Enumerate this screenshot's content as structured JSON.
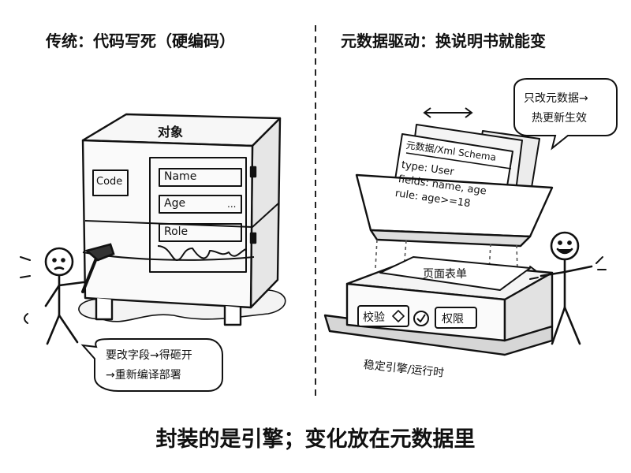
{
  "left_panel": {
    "title": "传统：代码写死（硬编码）",
    "cabinet_label": "对象",
    "code_tag": "Code",
    "fields": [
      "Name",
      "Age",
      "Role"
    ],
    "field_ellipsis": "...",
    "speech_bubble": [
      "要改字段→得砸开",
      "→重新编译部署"
    ]
  },
  "right_panel": {
    "title": "元数据驱动：换说明书就能变",
    "doc_header": "元数据/Xml Schema",
    "doc_lines": [
      "type: User",
      "fields: name, age",
      "rule: age>=18"
    ],
    "swap_arrow": "←   →",
    "speech_bubble": [
      "只改元数据→",
      "热更新生效"
    ],
    "screen_label": "页面表单",
    "buttons": {
      "validate": "校验",
      "permission": "权限"
    },
    "base_label": "稳定引擎/运行时"
  },
  "bottom_caption": "封装的是引擎；变化放在元数据里"
}
